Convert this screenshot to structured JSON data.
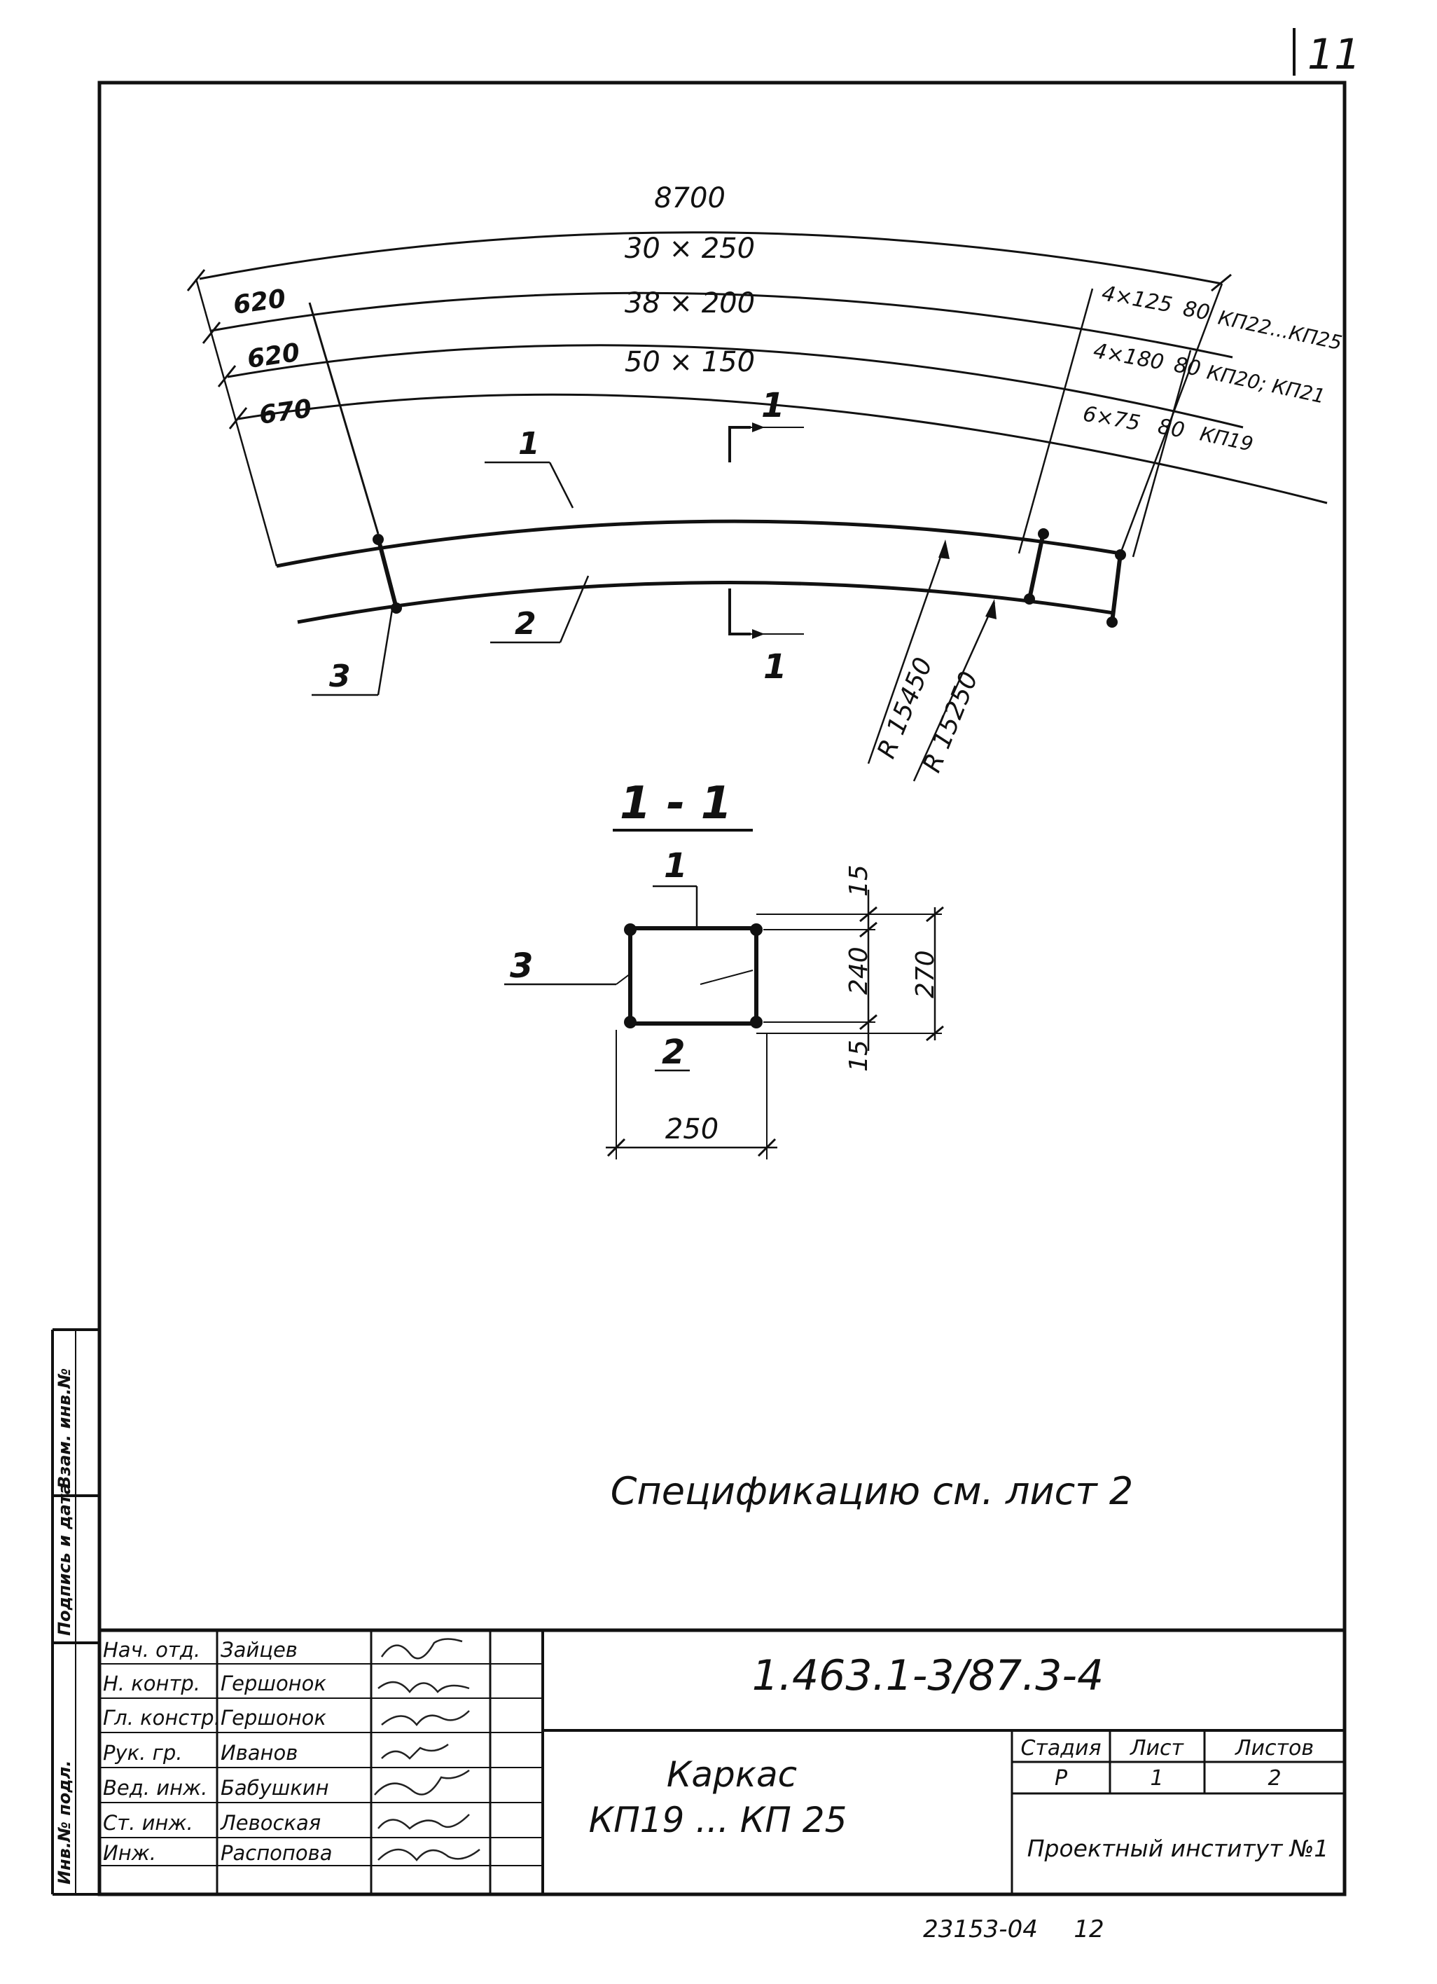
{
  "page_number": "11",
  "plan": {
    "dim_total": "8700",
    "row_labels": [
      "30 × 250",
      "38 × 200",
      "50 × 150"
    ],
    "left_dims": [
      "620",
      "620",
      "670"
    ],
    "right_pitches": [
      "4×125",
      "4×180",
      "6×75"
    ],
    "right_ends": [
      "80",
      "80",
      "80"
    ],
    "right_marks": [
      "КП22...КП25",
      "КП20; КП21",
      "КП19"
    ],
    "radii": [
      "R 15450",
      "R 15250"
    ],
    "callouts": [
      "1",
      "2",
      "3"
    ],
    "section_mark": "1"
  },
  "section": {
    "title": "1 - 1",
    "callouts": [
      "1",
      "2",
      "3"
    ],
    "dims": {
      "top": "15",
      "middle": "240",
      "bottom": "15",
      "total": "270",
      "width": "250"
    }
  },
  "note": "Спецификацию см. лист 2",
  "side_stamp": [
    "Инв.№ подл.",
    "Подпись и дата",
    "Взам. инв.№"
  ],
  "title_block": {
    "doc_code": "1.463.1-3/87.3-4",
    "title_line1": "Каркас",
    "title_line2": "КП19 ... КП 25",
    "stage_header": "Стадия",
    "sheet_header": "Лист",
    "sheets_header": "Листов",
    "stage": "Р",
    "sheet": "1",
    "sheets": "2",
    "org": "Проектный институт №1",
    "roles": [
      "Нач. отд.",
      "Н. контр.",
      "Гл. констр.",
      "Рук. гр.",
      "Вед. инж.",
      "Ст. инж.",
      "Инж."
    ],
    "names": [
      "Зайцев",
      "Гершонок",
      "Гершонок",
      "Иванов",
      "Бабушкин",
      "Левоская",
      "Распопова"
    ]
  },
  "footer": {
    "archive": "23153-04",
    "num": "12"
  }
}
